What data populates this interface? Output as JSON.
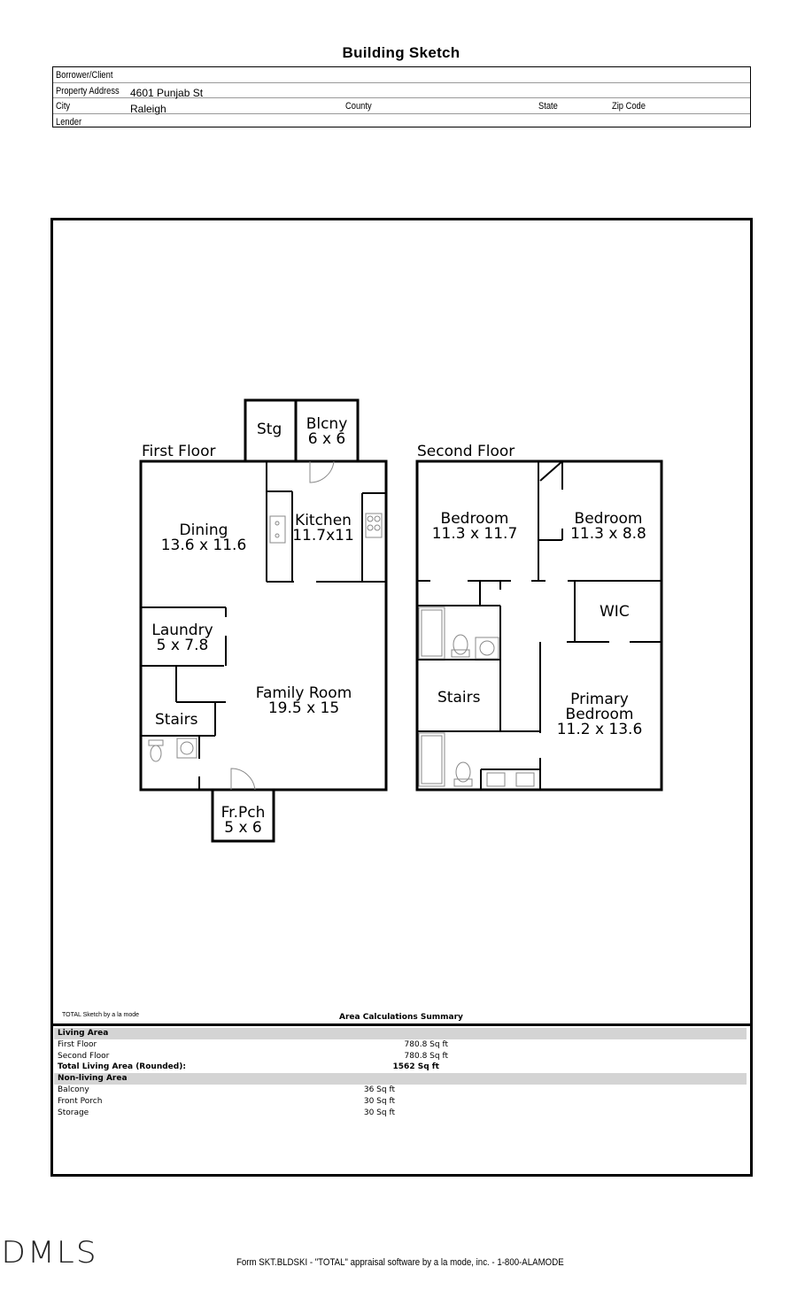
{
  "title": "Building Sketch",
  "header": {
    "borrower_label": "Borrower/Client",
    "borrower_value": "",
    "address_label": "Property Address",
    "address_value": "4601 Punjab St",
    "city_label": "City",
    "city_value": "Raleigh",
    "county_label": "County",
    "state_label": "State",
    "zip_label": "Zip Code",
    "lender_label": "Lender"
  },
  "sketch": {
    "first_floor": {
      "label": "First Floor",
      "rooms": [
        {
          "name": "Stg",
          "dims": ""
        },
        {
          "name": "Blcny",
          "dims": "6 x 6"
        },
        {
          "name": "Dining",
          "dims": "13.6 x 11.6"
        },
        {
          "name": "Kitchen",
          "dims": "11.7x11"
        },
        {
          "name": "Laundry",
          "dims": "5 x 7.8"
        },
        {
          "name": "Family Room",
          "dims": "19.5 x 15"
        },
        {
          "name": "Stairs",
          "dims": ""
        },
        {
          "name": "Fr.Pch",
          "dims": "5 x 6"
        }
      ]
    },
    "second_floor": {
      "label": "Second Floor",
      "rooms": [
        {
          "name": "Bedroom",
          "dims": "11.3 x 11.7"
        },
        {
          "name": "Bedroom",
          "dims": "11.3 x 8.8"
        },
        {
          "name": "WIC",
          "dims": ""
        },
        {
          "name": "Stairs",
          "dims": ""
        },
        {
          "name": "Primary",
          "dims": "Bedroom"
        },
        {
          "name": "11.2 x 13.6",
          "dims": ""
        }
      ]
    }
  },
  "credit": "TOTAL Sketch by a la mode",
  "summary": {
    "title": "Area Calculations Summary",
    "living_header": "Living Area",
    "living": [
      {
        "label": "First Floor",
        "value": "780.8 Sq ft"
      },
      {
        "label": "Second Floor",
        "value": "780.8 Sq ft"
      }
    ],
    "total_label": "Total Living Area (Rounded):",
    "total_value": "1562 Sq ft",
    "nonliving_header": "Non-living Area",
    "nonliving": [
      {
        "label": "Balcony",
        "value": "36 Sq ft"
      },
      {
        "label": "Front Porch",
        "value": "30 Sq ft"
      },
      {
        "label": "Storage",
        "value": "30 Sq ft"
      }
    ]
  },
  "logo": "DMLS",
  "footer": "Form SKT.BLDSKI - \"TOTAL\" appraisal software by a la mode, inc. - 1-800-ALAMODE"
}
